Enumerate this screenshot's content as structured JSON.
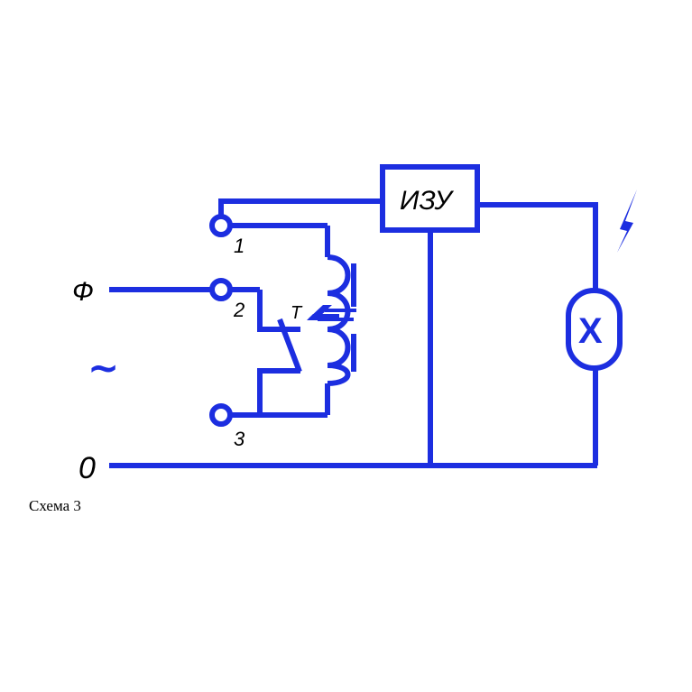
{
  "colors": {
    "wire": "#1c2ee0",
    "text": "#000000",
    "background": "#ffffff"
  },
  "labels": {
    "phase": "Ф",
    "neutral": "0",
    "ac": "~",
    "terminal_1": "1",
    "terminal_2": "2",
    "terminal_3": "3",
    "transformer": "Т",
    "izu": "ИЗУ",
    "lamp": "X"
  },
  "caption": "Схема 3",
  "icons": {
    "lamp": "lamp-icon",
    "spark": "lightning-icon",
    "terminal": "terminal-circle-icon",
    "switch": "switch-icon",
    "coil": "inductor-coil-icon"
  }
}
